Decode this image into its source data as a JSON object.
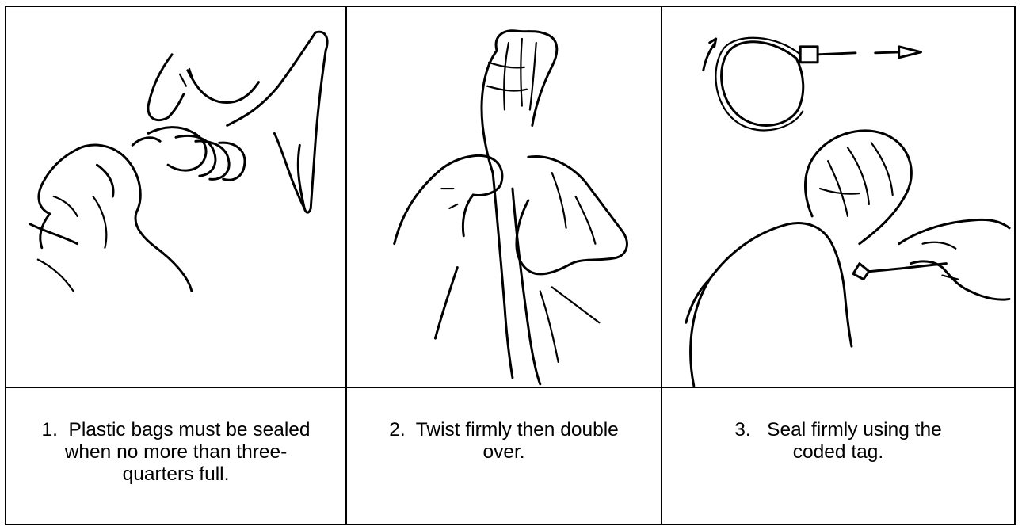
{
  "steps": [
    {
      "number": "1.",
      "text": "Plastic bags must be sealed when no more than three-quarters full.",
      "icon": "hand-holding-bag-icon"
    },
    {
      "number": "2.",
      "text": "Twist firmly then double over.",
      "icon": "hands-twisting-bag-icon"
    },
    {
      "number": "3.",
      "text": "Seal firmly using the coded tag.",
      "icon": "hands-tagging-bag-icon"
    }
  ]
}
